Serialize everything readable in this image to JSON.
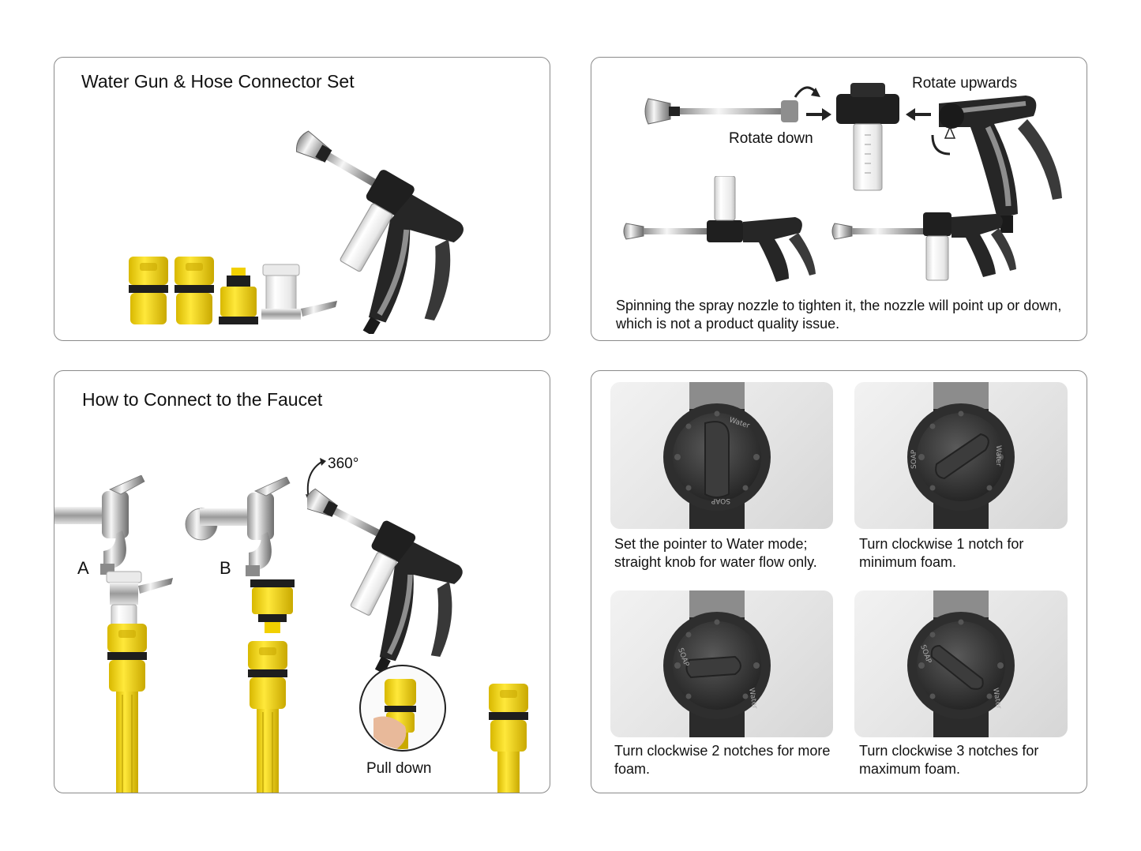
{
  "panel1": {
    "title": "Water Gun & Hose Connector Set"
  },
  "panel2": {
    "rotate_upwards": "Rotate upwards",
    "rotate_down": "Rotate down",
    "caption": "Spinning the spray nozzle to tighten it, the nozzle will point up or down, which is not a product quality issue."
  },
  "panel3": {
    "title": "How to Connect to the Faucet",
    "label_a": "A",
    "label_b": "B",
    "rotation": "360°",
    "pull_down": "Pull down"
  },
  "panel4": {
    "steps": [
      {
        "caption": "Set the pointer to Water mode; straight knob for water flow only.",
        "dial_top": "Water",
        "dial_bottom": "SOAP"
      },
      {
        "caption": "Turn clockwise 1 notch for minimum foam.",
        "dial_left": "SOAP",
        "dial_right": "Water"
      },
      {
        "caption": "Turn clockwise 2 notches for more foam.",
        "dial_left": "SOAP",
        "dial_right": "Water"
      },
      {
        "caption": "Turn clockwise 3 notches for maximum foam.",
        "dial_left": "SOAP",
        "dial_right": "Water"
      }
    ]
  },
  "colors": {
    "yellow": "#f5d700",
    "black": "#1e1e1e",
    "gray": "#8e8e8e",
    "border": "#8a8a8a"
  }
}
